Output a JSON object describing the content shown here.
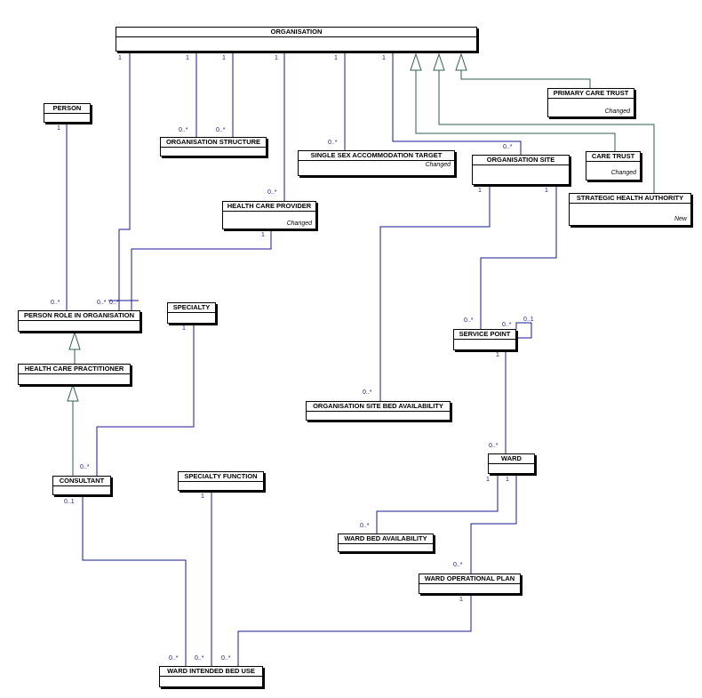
{
  "colors": {
    "association": "#1a1a8c",
    "generalization": "#2f5f4f",
    "box_border": "#000000"
  },
  "classes": {
    "organisation": {
      "name": "ORGANISATION"
    },
    "person": {
      "name": "PERSON"
    },
    "organisation_structure": {
      "name": "ORGANISATION STRUCTURE"
    },
    "single_sex_target": {
      "name": "SINGLE SEX ACCOMMODATION TARGET",
      "stereotype": "Changed"
    },
    "primary_care_trust": {
      "name": "PRIMARY CARE TRUST",
      "stereotype": "Changed"
    },
    "organisation_site": {
      "name": "ORGANISATION SITE"
    },
    "care_trust": {
      "name": "CARE TRUST",
      "stereotype": "Changed"
    },
    "strategic_health_authority": {
      "name": "STRATEGIC HEALTH AUTHORITY",
      "stereotype": "New"
    },
    "health_care_provider": {
      "name": "HEALTH CARE PROVIDER",
      "stereotype": "Changed"
    },
    "person_role": {
      "name": "PERSON ROLE IN ORGANISATION"
    },
    "specialty": {
      "name": "SPECIALTY"
    },
    "service_point": {
      "name": "SERVICE POINT"
    },
    "health_care_practitioner": {
      "name": "HEALTH CARE PRACTITIONER"
    },
    "org_site_bed_availability": {
      "name": "ORGANISATION SITE BED AVAILABILITY"
    },
    "ward": {
      "name": "WARD"
    },
    "consultant": {
      "name": "CONSULTANT"
    },
    "specialty_function": {
      "name": "SPECIALTY FUNCTION"
    },
    "ward_bed_availability": {
      "name": "WARD BED AVAILABILITY"
    },
    "ward_operational_plan": {
      "name": "WARD OPERATIONAL PLAN"
    },
    "ward_intended_bed_use": {
      "name": "WARD INTENDED BED USE"
    }
  },
  "multiplicity": {
    "one": "1",
    "many": "0..*",
    "optional": "0..1"
  }
}
